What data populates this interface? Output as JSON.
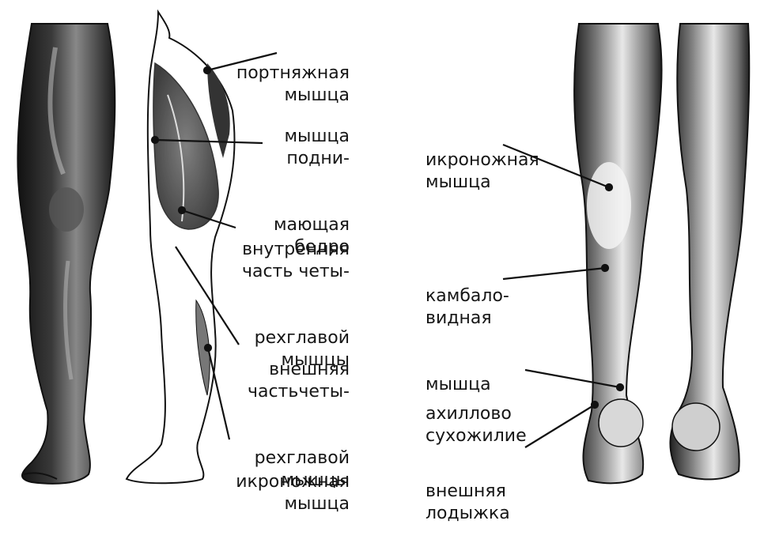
{
  "left_labels": [
    {
      "id": "sartorius",
      "lines": [
        "портняжная",
        "мышца"
      ]
    },
    {
      "id": "hip-lifter",
      "lines": [
        "мышца",
        "подни-",
        "мающая",
        "бедро"
      ]
    },
    {
      "id": "inner-quad",
      "lines": [
        "внутренняя",
        "часть четы-",
        "рехглавой",
        "мышцы"
      ]
    },
    {
      "id": "outer-quad",
      "lines": [
        "внешняя",
        "частьчеты-",
        "рехглавой",
        "мышцы"
      ]
    },
    {
      "id": "calf-front",
      "lines": [
        "икроножная",
        "мышца"
      ]
    }
  ],
  "right_labels": [
    {
      "id": "calf",
      "lines": [
        "икроножная",
        "мышца"
      ]
    },
    {
      "id": "soleus",
      "lines": [
        "камбало-",
        "видная",
        "мышца"
      ]
    },
    {
      "id": "achilles",
      "lines": [
        "ахиллово",
        "сухожилие"
      ]
    },
    {
      "id": "ankle",
      "lines": [
        "внешняя",
        "лодыжка"
      ]
    }
  ],
  "colors": {
    "ink": "#161616",
    "shade": "#2a2a2a",
    "skin": "#ffffff"
  }
}
